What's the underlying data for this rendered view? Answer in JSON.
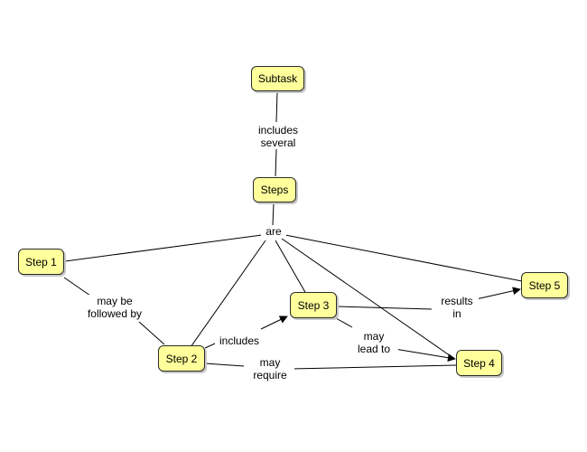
{
  "concept_map": {
    "colors": {
      "node_fill": "#ffff9c",
      "node_border": "#2b2b2b",
      "line": "#000000"
    },
    "nodes": {
      "subtask": "Subtask",
      "steps": "Steps",
      "step1": "Step 1",
      "step2": "Step 2",
      "step3": "Step 3",
      "step4": "Step 4",
      "step5": "Step 5"
    },
    "links": {
      "includes_several": [
        "includes",
        "several"
      ],
      "are": "are",
      "may_be_followed_by": [
        "may be",
        "followed by"
      ],
      "includes": "includes",
      "results_in": [
        "results",
        "in"
      ],
      "may_lead_to": [
        "may",
        "lead to"
      ],
      "may_require": [
        "may",
        "require"
      ]
    }
  }
}
